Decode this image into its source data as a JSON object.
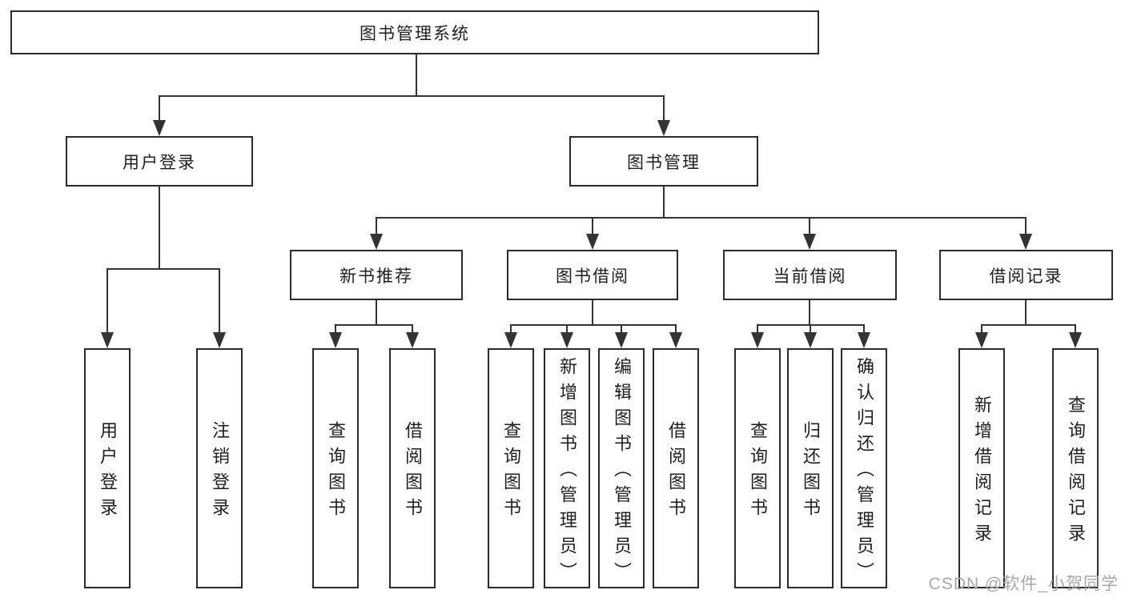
{
  "nodes": {
    "root": {
      "label": "图书管理系统"
    },
    "login": {
      "label": "用户登录"
    },
    "mgmt": {
      "label": "图书管理"
    },
    "rec": {
      "label": "新书推荐"
    },
    "borrow": {
      "label": "图书借阅"
    },
    "current": {
      "label": "当前借阅"
    },
    "records": {
      "label": "借阅记录"
    },
    "login_user": {
      "label": "用户登录"
    },
    "login_logout": {
      "label": "注销登录"
    },
    "rec_query": {
      "label": "查询图书"
    },
    "rec_borrow": {
      "label": "借阅图书"
    },
    "borrow_query": {
      "label": "查询图书"
    },
    "borrow_add": {
      "label": "新增图书（管理员）"
    },
    "borrow_edit": {
      "label": "编辑图书（管理员）"
    },
    "borrow_borrow": {
      "label": "借阅图书"
    },
    "current_query": {
      "label": "查询图书"
    },
    "current_return": {
      "label": "归还图书"
    },
    "current_confirm": {
      "label": "确认归还（管理员）"
    },
    "records_add": {
      "label": "新增借阅记录"
    },
    "records_query": {
      "label": "查询借阅记录"
    }
  },
  "watermark": {
    "text": "CSDN @软件_小贺同学"
  },
  "colors": {
    "line": "#333333",
    "box_border": "#2b2b2b",
    "text": "#1f1f1f",
    "watermark": "#a8a8a8",
    "background": "#ffffff"
  }
}
